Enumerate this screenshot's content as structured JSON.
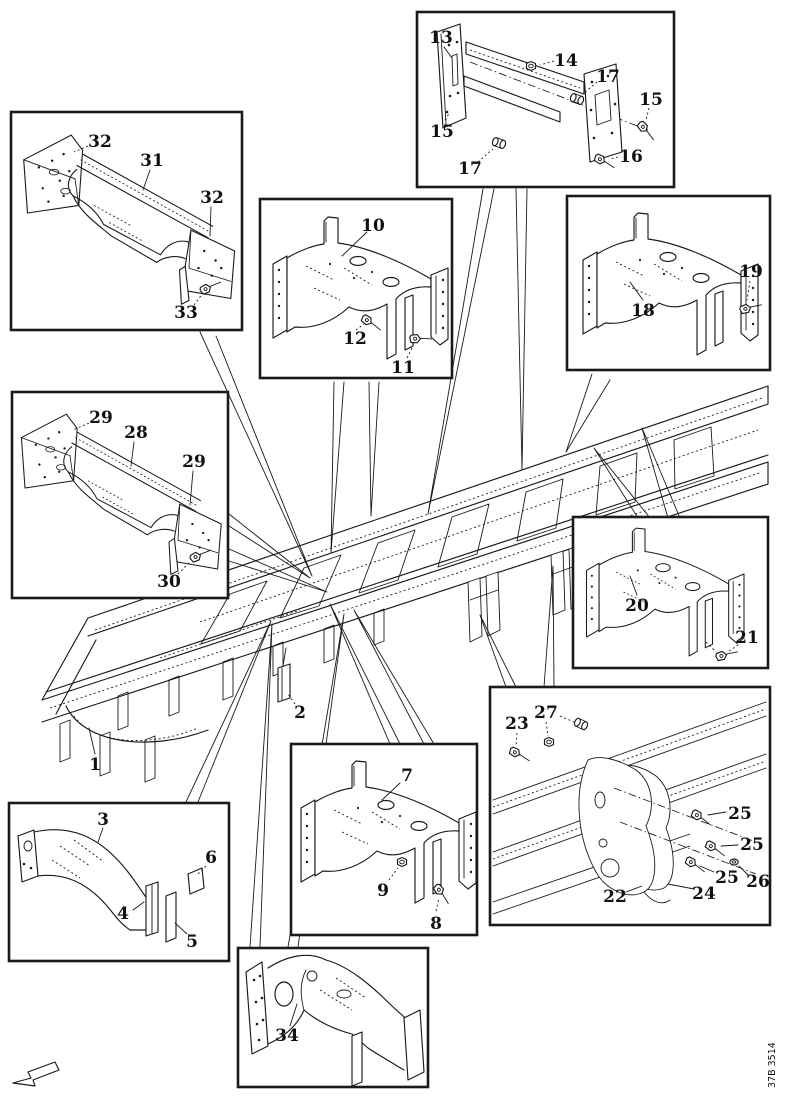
{
  "figure": {
    "description": "Exploded parts diagram of truck chassis frame with crossmembers",
    "colors": {
      "ink": "#1a1a1a",
      "paper": "#ffffff"
    }
  },
  "frame": {
    "n1": "1",
    "n2": "2"
  },
  "callouts": {
    "box_31_33": {
      "n32a": "32",
      "n31": "31",
      "n32b": "32",
      "n33": "33"
    },
    "box_28_30": {
      "n29a": "29",
      "n28": "28",
      "n29b": "29",
      "n30": "30"
    },
    "box_10_12": {
      "n10": "10",
      "n12": "12",
      "n11": "11"
    },
    "box_13_17": {
      "n13": "13",
      "n14": "14",
      "n17a": "17",
      "n15a": "15",
      "n15b": "15",
      "n16": "16",
      "n17b": "17"
    },
    "box_18_19": {
      "n18": "18",
      "n19": "19"
    },
    "box_20_21": {
      "n20": "20",
      "n21": "21"
    },
    "box_22_27": {
      "n23": "23",
      "n27": "27",
      "n25a": "25",
      "n25b": "25",
      "n25c": "25",
      "n26": "26",
      "n24": "24",
      "n22": "22"
    },
    "box_7_9": {
      "n7": "7",
      "n9": "9",
      "n8": "8"
    },
    "box_3_6": {
      "n3": "3",
      "n6": "6",
      "n4": "4",
      "n5": "5"
    },
    "box_34": {
      "n34": "34"
    }
  },
  "footer": {
    "code": "37B 3514"
  }
}
